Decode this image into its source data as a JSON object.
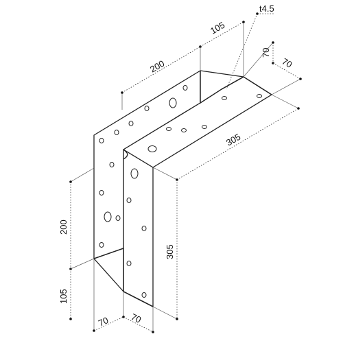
{
  "dimensions": {
    "thickness": "t4.5",
    "top_length_200": "200",
    "top_offset_105": "105",
    "top_width_70_a": "70",
    "top_width_70_b": "70",
    "top_length_305": "305",
    "left_height_200": "200",
    "left_offset_105": "105",
    "bottom_width_70_a": "70",
    "bottom_width_70_b": "70",
    "right_height_305": "305"
  }
}
